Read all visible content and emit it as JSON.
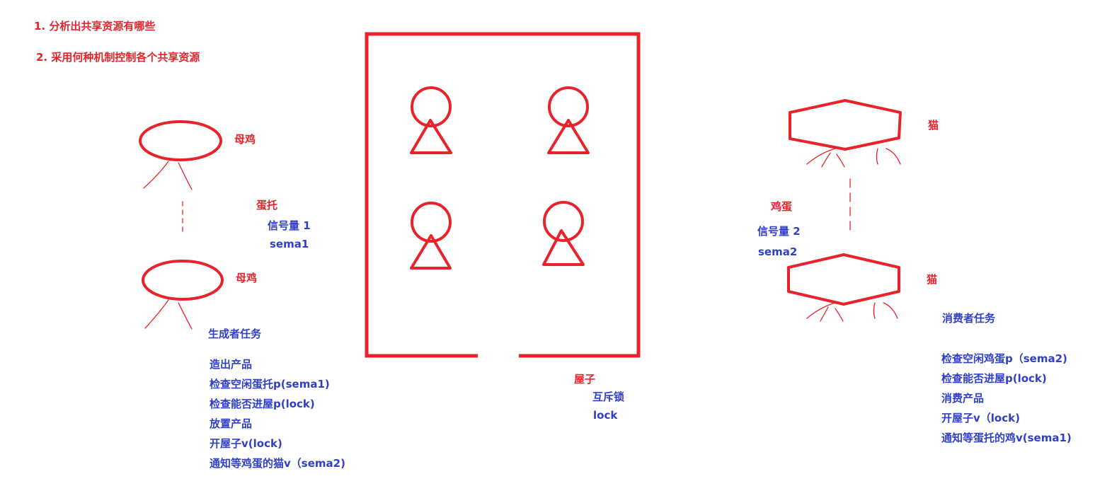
{
  "colors": {
    "drawing": "#e8232b",
    "text_red": "#e8232b",
    "text_blue": "#2f3fc8",
    "background": "#ffffff"
  },
  "questions": [
    "1. 分析出共享资源有哪些",
    "2. 采用何种机制控制各个共享资源"
  ],
  "producer": {
    "hen_top_label": "母鸡",
    "hen_bottom_label": "母鸡",
    "egg_tray_label": "蛋托",
    "semaphore_label": "信号量 1",
    "semaphore_name": "sema1",
    "task_title": "生成者任务",
    "steps": [
      "造出产品",
      "检查空闲蛋托p(sema1)",
      "检查能否进屋p(lock)",
      "放置产品",
      "开屋子v(lock)",
      "通知等鸡蛋的猫v（sema2)"
    ]
  },
  "house": {
    "label": "屋子",
    "mutex_label": "互斥锁",
    "mutex_name": "lock"
  },
  "consumer": {
    "cat_top_label": "猫",
    "cat_bottom_label": "猫",
    "egg_label": "鸡蛋",
    "semaphore_label": "信号量 2",
    "semaphore_name": "sema2",
    "task_title": "消费者任务",
    "steps": [
      "检查空闲鸡蛋p（sema2)",
      "检查能否进屋p(lock)",
      "消费产品",
      "开屋子v（lock)",
      "通知等蛋托的鸡v(sema1)"
    ]
  }
}
